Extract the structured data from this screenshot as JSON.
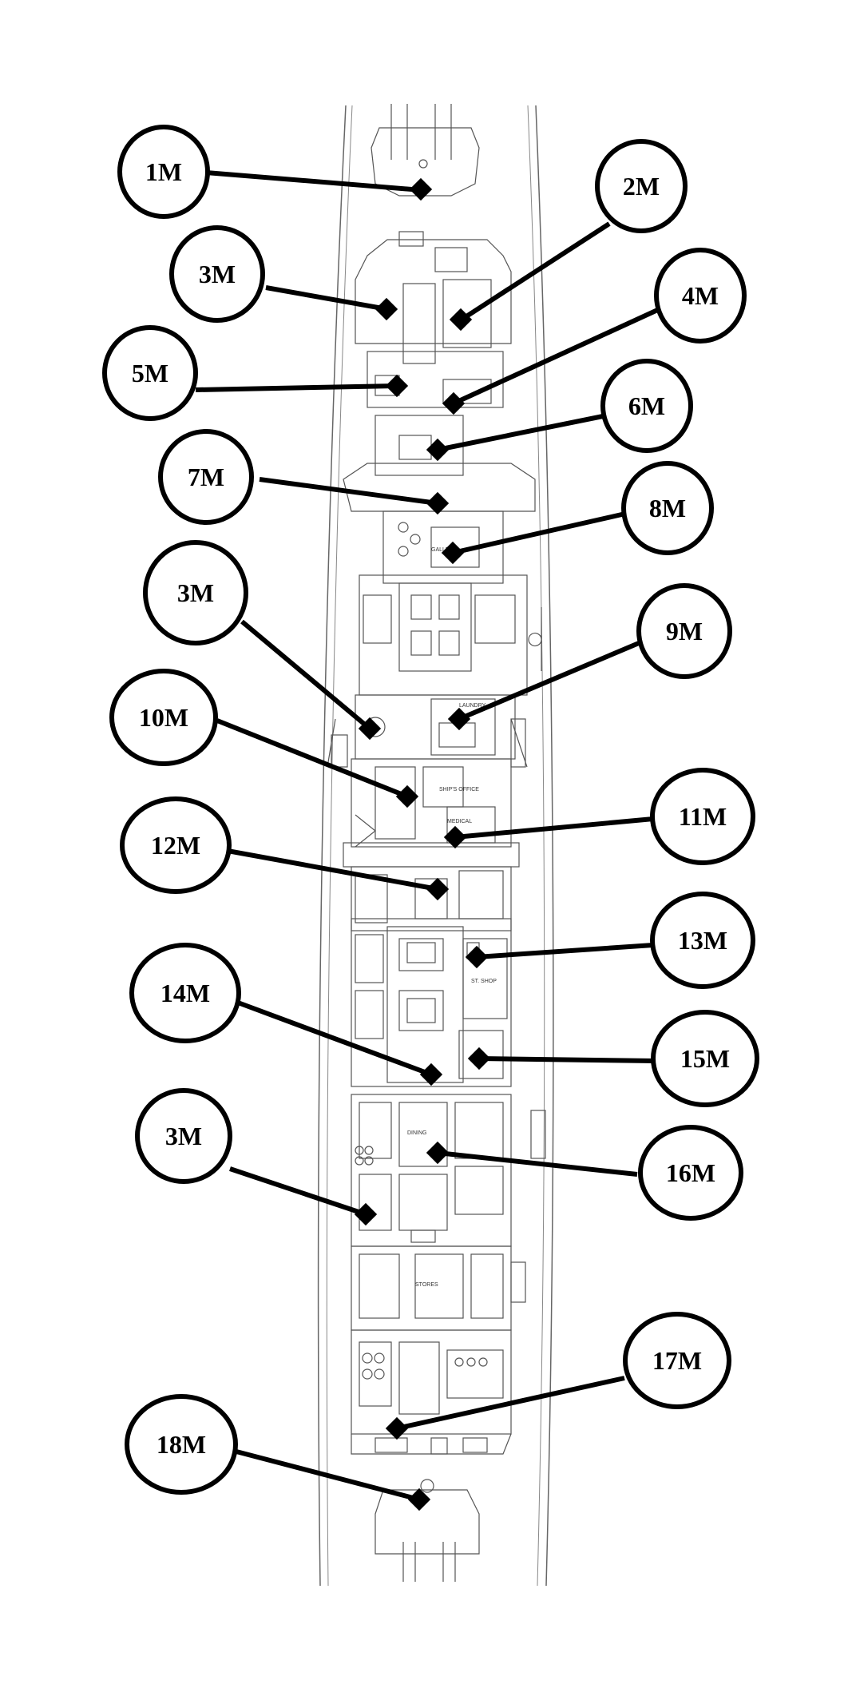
{
  "diagram": {
    "callouts": [
      {
        "id": "1M",
        "label": "1M"
      },
      {
        "id": "2M",
        "label": "2M"
      },
      {
        "id": "3M-a",
        "label": "3M"
      },
      {
        "id": "4M",
        "label": "4M"
      },
      {
        "id": "5M",
        "label": "5M"
      },
      {
        "id": "6M",
        "label": "6M"
      },
      {
        "id": "7M",
        "label": "7M"
      },
      {
        "id": "8M",
        "label": "8M"
      },
      {
        "id": "3M-b",
        "label": "3M"
      },
      {
        "id": "9M",
        "label": "9M"
      },
      {
        "id": "10M",
        "label": "10M"
      },
      {
        "id": "11M",
        "label": "11M"
      },
      {
        "id": "12M",
        "label": "12M"
      },
      {
        "id": "13M",
        "label": "13M"
      },
      {
        "id": "14M",
        "label": "14M"
      },
      {
        "id": "15M",
        "label": "15M"
      },
      {
        "id": "3M-c",
        "label": "3M"
      },
      {
        "id": "16M",
        "label": "16M"
      },
      {
        "id": "17M",
        "label": "17M"
      },
      {
        "id": "18M",
        "label": "18M"
      }
    ],
    "room_labels": [
      "LAUNDRY",
      "GALLEY",
      "SHIP'S OFFICE",
      "MEDICAL",
      "ST. SHOP",
      "DINING",
      "STORES"
    ],
    "colors": {
      "line": "#000000",
      "plan": "#444444",
      "background": "#ffffff"
    }
  }
}
